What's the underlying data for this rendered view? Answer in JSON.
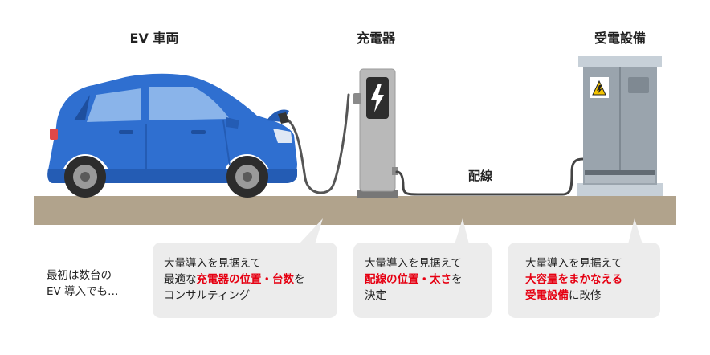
{
  "labels": {
    "ev": "EV 車両",
    "charger": "充電器",
    "substation": "受電設備",
    "wiring": "配線"
  },
  "note_first": {
    "line1": "最初は数台の",
    "line2": "EV 導入でも…"
  },
  "bubble1": {
    "line1": "大量導入を見据えて",
    "line2_prefix": "最適な",
    "line2_highlight": "充電器の位置・台数",
    "line2_suffix": "を",
    "line3": "コンサルティング"
  },
  "bubble2": {
    "line1": "大量導入を見据えて",
    "line2_highlight": "配線の位置・太さ",
    "line2_suffix": "を",
    "line3": "決定"
  },
  "bubble3": {
    "line1": "大量導入を見据えて",
    "line2_highlight": "大容量をまかなえる",
    "line3_highlight": "受電設備",
    "line3_suffix": "に改修"
  },
  "colors": {
    "car_body": "#2f6fd0",
    "ground": "#b1a38c",
    "highlight": "#e60012",
    "bubble_bg": "#ececec"
  }
}
